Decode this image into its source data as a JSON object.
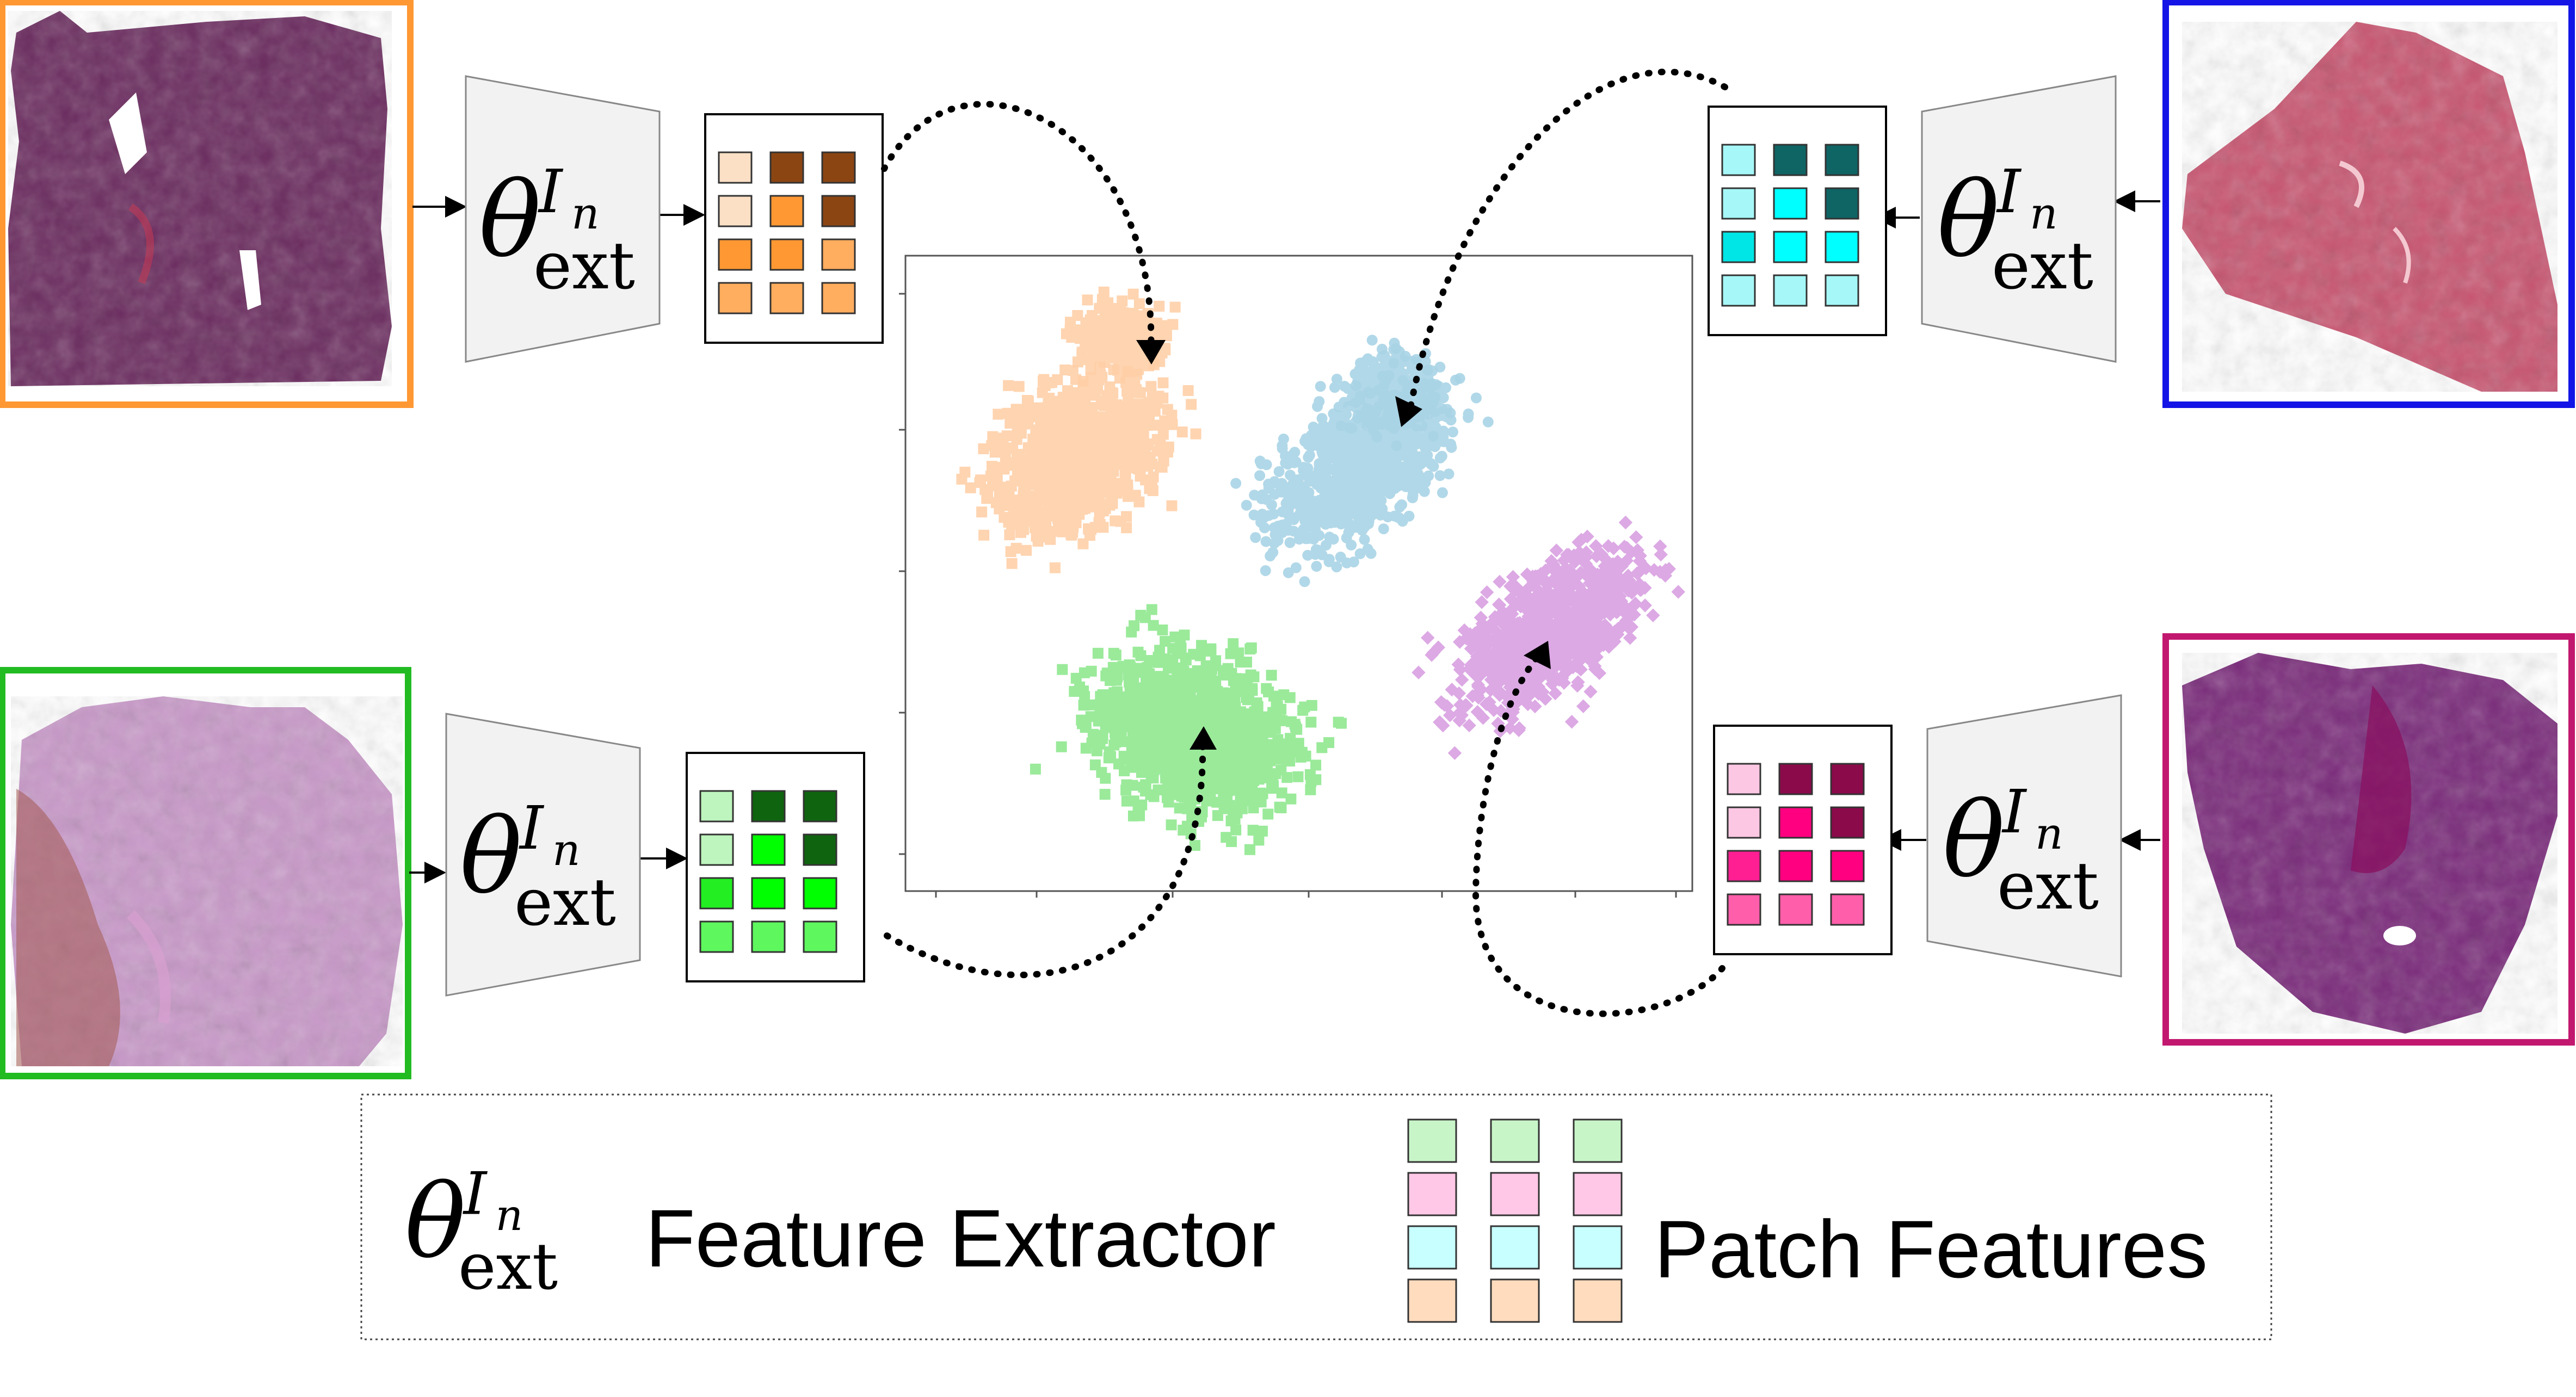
{
  "diagram": {
    "extractor_symbol": {
      "base": "θ",
      "superscript": "I",
      "sup_sub": "n",
      "subscript": "ext"
    },
    "legend": {
      "extractor_label": "Feature Extractor",
      "patch_label": "Patch Features"
    },
    "colors": {
      "orange": "#ff9833",
      "blue": "#1414e6",
      "green": "#22bb22",
      "magenta": "#c2176e",
      "scatter_peach": "#ffd0a8",
      "scatter_lightblue": "#a9d4e6",
      "scatter_lightgreen": "#90e890",
      "scatter_lavender": "#d9a0e2"
    },
    "slides": [
      {
        "id": "top-left",
        "border": "orange",
        "palette": [
          "#fbe0c6",
          "#8b4513",
          "#8b4513",
          "#fbe0c6",
          "#ff9833",
          "#8b4513",
          "#ff9833",
          "#ff9833",
          "#ffad5e",
          "#ffad5e",
          "#ffad5e",
          "#ffad5e"
        ]
      },
      {
        "id": "top-right",
        "border": "blue",
        "palette": [
          "#a6f7f7",
          "#0f6464",
          "#0f6464",
          "#a6f7f7",
          "#00ffff",
          "#0f6464",
          "#00e5e5",
          "#00ffff",
          "#00ffff",
          "#a6f7f7",
          "#a6f7f7",
          "#a6f7f7"
        ]
      },
      {
        "id": "bottom-left",
        "border": "green",
        "palette": [
          "#bef5be",
          "#0f640f",
          "#0f640f",
          "#bef5be",
          "#00ff00",
          "#0f640f",
          "#22ee22",
          "#00ff00",
          "#00ff00",
          "#5ef75e",
          "#5ef75e",
          "#5ef75e"
        ]
      },
      {
        "id": "bottom-right",
        "border": "magenta",
        "palette": [
          "#fcc7e3",
          "#8b0a4a",
          "#8b0a4a",
          "#fcc7e3",
          "#ff0080",
          "#8b0a4a",
          "#ff1f93",
          "#ff0080",
          "#ff0080",
          "#ff5eaa",
          "#ff5eaa",
          "#ff5eaa"
        ]
      }
    ],
    "legend_swatches": [
      "#c8f5c8",
      "#ffc8e6",
      "#c8ffff",
      "#ffdcbe"
    ]
  }
}
